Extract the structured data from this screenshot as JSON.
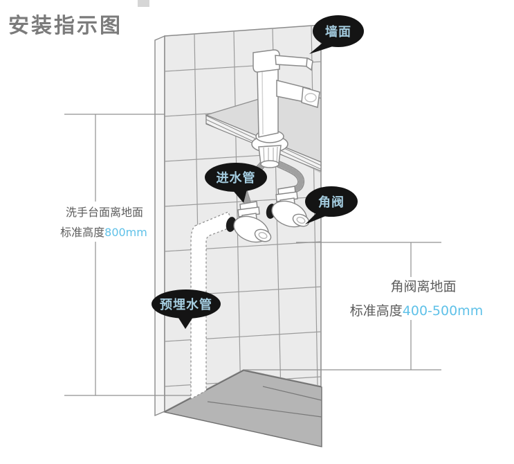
{
  "title": "安装指示图",
  "bubbles": {
    "wall": "墙面",
    "inlet_pipe": "进水管",
    "angle_valve": "角阀",
    "embedded_pipe": "预埋水管"
  },
  "dimensions": {
    "left": {
      "line1": "洗手台面离地面",
      "line2_prefix": "标准高度",
      "line2_value": "800mm"
    },
    "right": {
      "line1": "角阀离地面",
      "line2_prefix": "标准高度",
      "line2_value": "400-500mm"
    }
  },
  "colors": {
    "accent_blue": "#5fc1e8",
    "bubble_background": "#141414",
    "bubble_text": "#a5cde0",
    "title_gray": "#7b7b7b",
    "dimension_text_gray": "#5c5c5c"
  }
}
